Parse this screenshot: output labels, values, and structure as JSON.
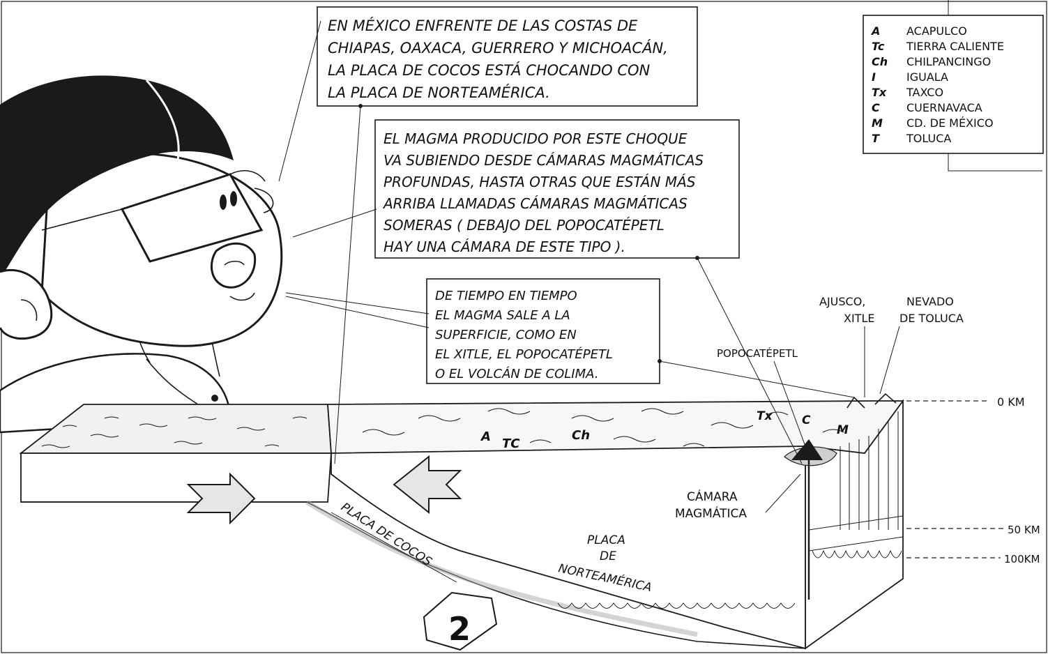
{
  "callouts": {
    "plates": [
      "EN MÉXICO ENFRENTE DE LAS COSTAS DE",
      "CHIAPAS, OAXACA, GUERRERO Y MICHOACÁN,",
      "LA PLACA DE COCOS ESTÁ CHOCANDO CON",
      "LA PLACA DE NORTEAMÉRICA."
    ],
    "magma": [
      "EL MAGMA PRODUCIDO POR ESTE CHOQUE",
      "VA SUBIENDO DESDE CÁMARAS MAGMÁTICAS",
      "PROFUNDAS, HASTA OTRAS QUE ESTÁN MÁS",
      "ARRIBA LLAMADAS CÁMARAS MAGMÁTICAS",
      "SOMERAS ( DEBAJO DEL POPOCATÉPETL",
      "HAY UNA CÁMARA DE ESTE TIPO )."
    ],
    "eruption": [
      "DE TIEMPO EN TIEMPO",
      "EL MAGMA SALE A LA",
      "SUPERFICIE, COMO EN",
      "EL XITLE, EL POPOCATÉPETL",
      "O EL VOLCÁN DE COLIMA."
    ]
  },
  "legend": [
    {
      "code": "A",
      "name": "ACAPULCO"
    },
    {
      "code": "Tc",
      "name": "TIERRA CALIENTE"
    },
    {
      "code": "Ch",
      "name": "CHILPANCINGO"
    },
    {
      "code": "I",
      "name": "IGUALA"
    },
    {
      "code": "Tx",
      "name": "TAXCO"
    },
    {
      "code": "C",
      "name": "CUERNAVACA"
    },
    {
      "code": "M",
      "name": "CD. DE MÉXICO"
    },
    {
      "code": "T",
      "name": "TOLUCA"
    }
  ],
  "labels": {
    "ajusco": "AJUSCO,",
    "xitle": "XITLE",
    "nevado": "NEVADO",
    "toluca": "DE TOLUCA",
    "popocatepetl": "POPOCATÉPETL",
    "camara": "CÁMARA",
    "magmatica": "MAGMÁTICA",
    "placa_cocos": "PLACA DE COCOS",
    "placa": "PLACA",
    "de": "DE",
    "norteamerica": "NORTEAMÉRICA",
    "map_a": "A",
    "map_tc": "TC",
    "map_ch": "Ch",
    "map_tx": "Tx",
    "map_c": "C",
    "map_m": "M"
  },
  "depths": {
    "zero": "0 KM",
    "fifty": "50 KM",
    "hundred": "100KM"
  },
  "page_number": "2"
}
